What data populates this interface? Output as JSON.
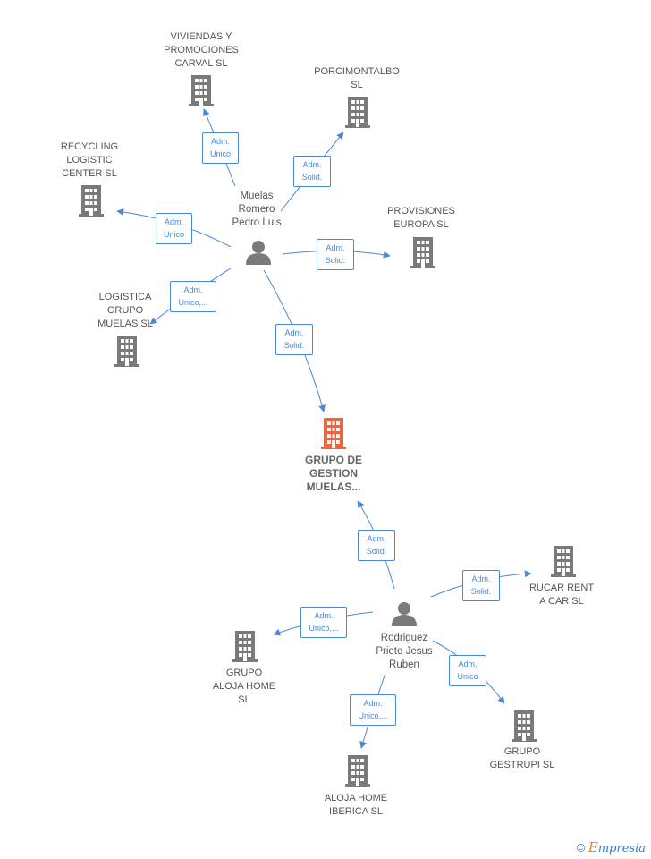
{
  "colors": {
    "building": "#7a7a7a",
    "building_focus": "#f06438",
    "person": "#7a7a7a",
    "edge": "#4a87d6",
    "brand_e": "#f07c1a",
    "brand": "#2d7bd6"
  },
  "nodes": {
    "viviendas": "VIVIENDAS Y\nPROMOCIONES\nCARVAL  SL",
    "porcimontalbo": "PORCIMONTALBO\nSL",
    "recycling": "RECYCLING\nLOGISTIC\nCENTER  SL",
    "provisiones": "PROVISIONES\nEUROPA  SL",
    "logistica": "LOGISTICA\nGRUPO\nMUELAS  SL",
    "grupo_gestion": "GRUPO DE\nGESTION\nMUELAS...",
    "rucar": "RUCAR RENT\nA CAR  SL",
    "aloja_home": "GRUPO\nALOJA HOME\nSL",
    "gestrupi": "GRUPO\nGESTRUPI  SL",
    "aloja_iberica": "ALOJA HOME\nIBERICA  SL"
  },
  "persons": {
    "muelas": "Muelas\nRomero\nPedro Luis",
    "rodriguez": "Rodriguez\nPrieto Jesus\nRuben"
  },
  "relations": {
    "muelas_viviendas": "Adm.\nUnico",
    "muelas_porcimontalbo": "Adm.\nSolid.",
    "muelas_recycling": "Adm.\nUnico",
    "muelas_provisiones": "Adm.\nSolid.",
    "muelas_logistica": "Adm.\nUnico,...",
    "muelas_grupo": "Adm.\nSolid.",
    "rodriguez_grupo": "Adm.\nSolid.",
    "rodriguez_rucar": "Adm.\nSolid.",
    "rodriguez_aloja": "Adm.\nUnico,...",
    "rodriguez_gestrupi": "Adm.\nUnico",
    "rodriguez_iberica": "Adm.\nUnico,..."
  },
  "brand": {
    "copyright": "©",
    "e": "E",
    "rest": "mpresia"
  }
}
